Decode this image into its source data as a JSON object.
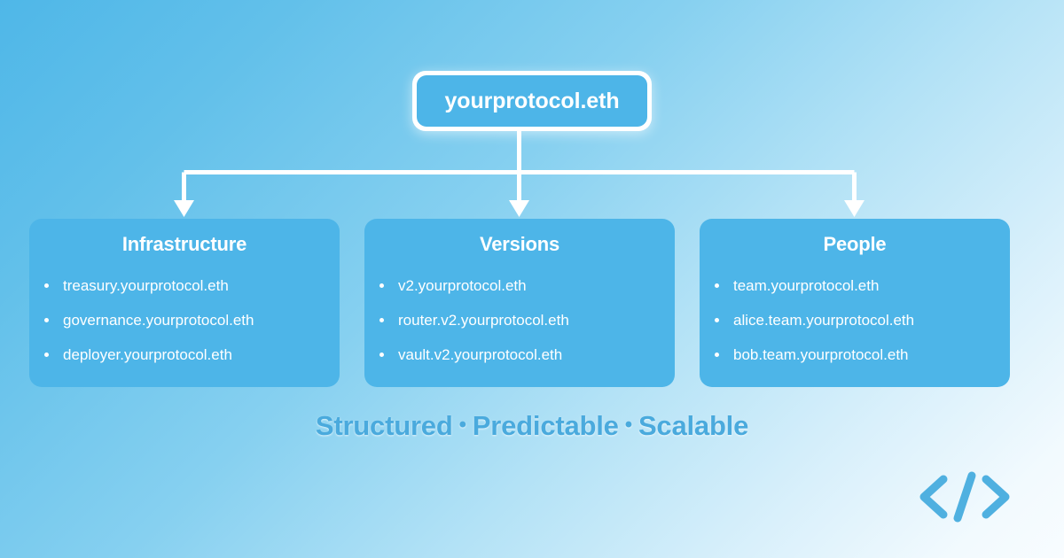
{
  "theme": {
    "background_start": "#4fb7e8",
    "background_end": "#f8fcff",
    "card_fill": "#4db5e8",
    "node_border": "#ffffff",
    "text_on_card": "#ffffff",
    "tagline_color": "#4aaadd",
    "connector_color": "#ffffff"
  },
  "root": {
    "label": "yourprotocol.eth"
  },
  "cards": [
    {
      "title": "Infrastructure",
      "items": [
        "treasury.yourprotocol.eth",
        "governance.yourprotocol.eth",
        "deployer.yourprotocol.eth"
      ]
    },
    {
      "title": "Versions",
      "items": [
        "v2.yourprotocol.eth",
        "router.v2.yourprotocol.eth",
        "vault.v2.yourprotocol.eth"
      ]
    },
    {
      "title": "People",
      "items": [
        "team.yourprotocol.eth",
        "alice.team.yourprotocol.eth",
        "bob.team.yourprotocol.eth"
      ]
    }
  ],
  "tagline": {
    "word_1": "Structured",
    "separator_1": "•",
    "word_2": "Predictable",
    "separator_2": "•",
    "word_3": "Scalable"
  },
  "brand_mark": {
    "icon": "code-brackets-icon",
    "glyph": "</>"
  }
}
